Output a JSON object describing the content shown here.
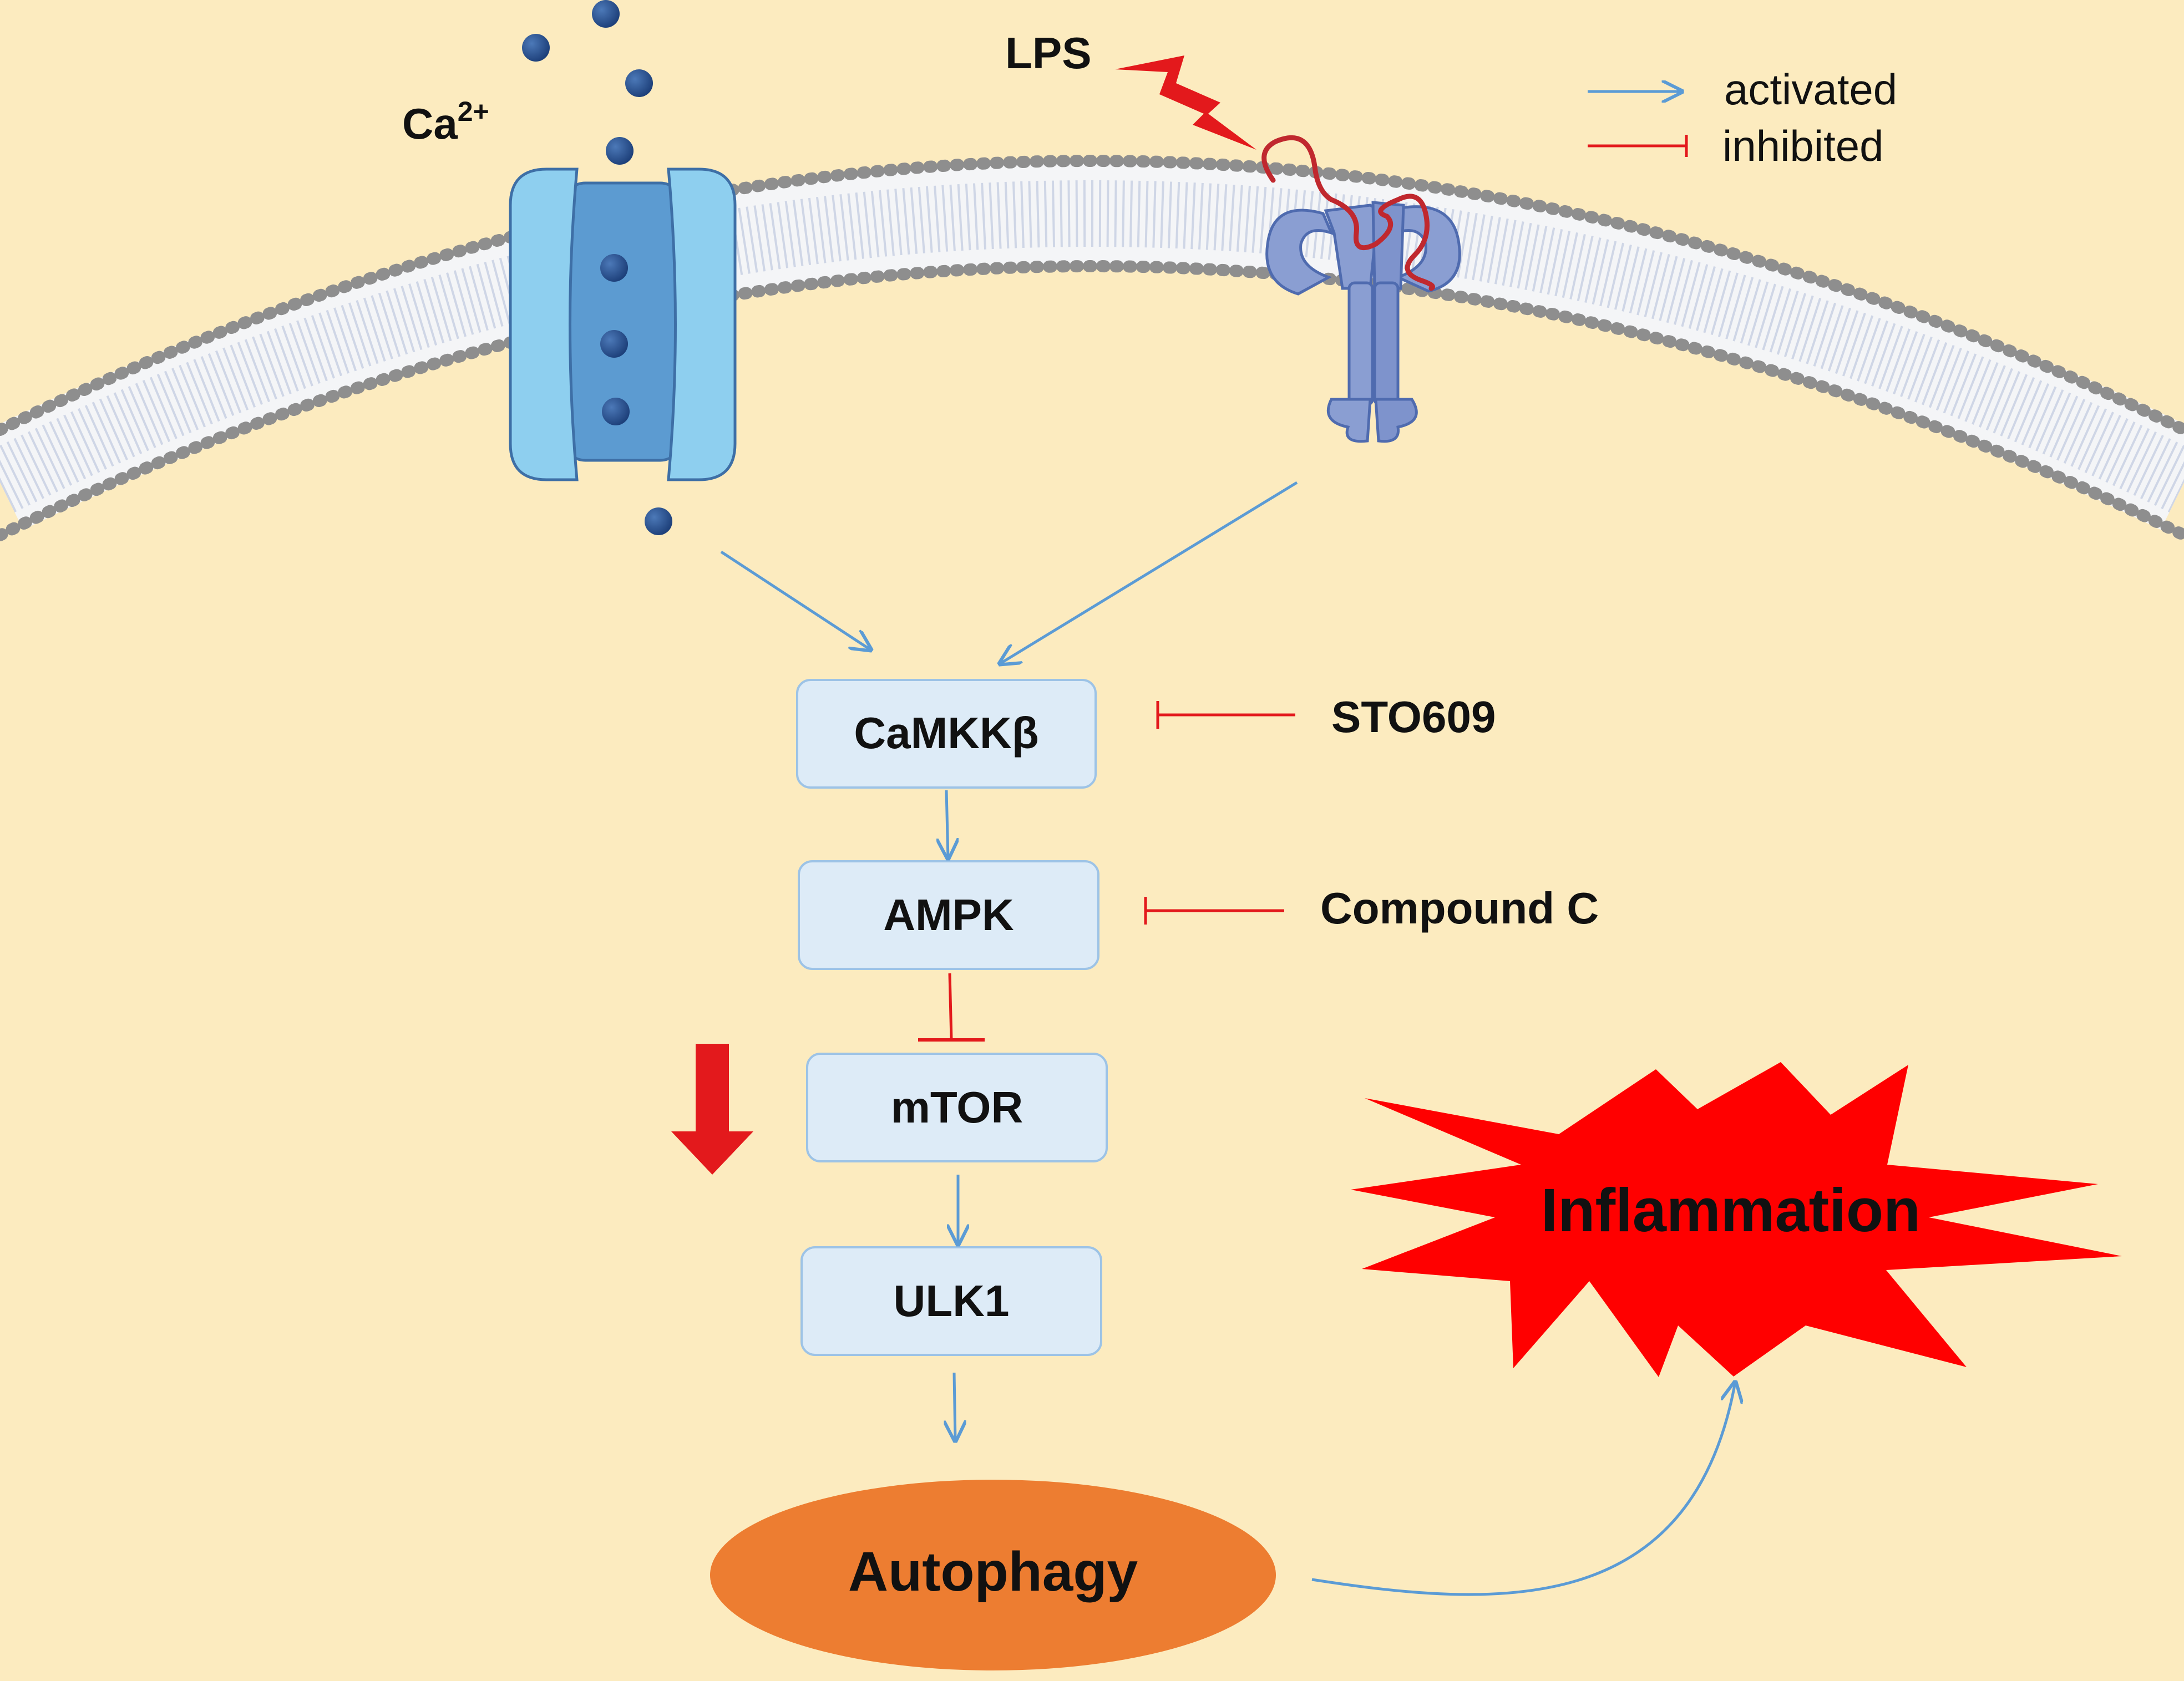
{
  "legend": {
    "activated": "activated",
    "inhibited": "inhibited"
  },
  "labels": {
    "calcium_base": "Ca",
    "calcium_sup": "2+",
    "lps": "LPS",
    "sto609": "STO609",
    "compound_c": "Compound C",
    "inflammation": "Inflammation"
  },
  "nodes": {
    "camkkb": "CaMKKβ",
    "ampk": "AMPK",
    "mtor": "mTOR",
    "ulk1": "ULK1",
    "autophagy": "Autophagy"
  },
  "icons": {
    "channel": "calcium-channel-icon",
    "receptor": "tlr4-receptor-icon",
    "lightning": "lightning-icon",
    "down_arrow": "down-arrow-icon",
    "burst": "burst-icon"
  },
  "colors": {
    "background": "#FCEBBF",
    "activated": "#5B9BD5",
    "inhibited": "#E3191C",
    "node_fill": "#DDEBF7",
    "node_stroke": "#9DC3E6",
    "autophagy": "#ED7D31",
    "inflammation": "#FF0000",
    "membrane": "#8E8E8E",
    "channel_outer": "#8ECFEF",
    "channel_inner": "#5C9BD1",
    "receptor": "#8A9ED2",
    "calcium_ion": "#24508F"
  }
}
